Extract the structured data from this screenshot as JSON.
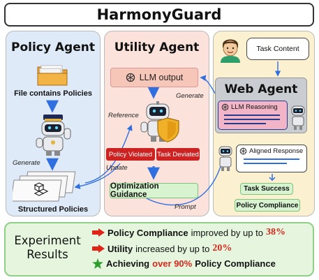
{
  "title": "HarmonyGuard",
  "policy_agent": {
    "title": "Policy Agent",
    "file_label": "File contains Policies",
    "generate_label": "Generate",
    "structured_label": "Structured Policies"
  },
  "utility_agent": {
    "title": "Utility Agent",
    "llm_output": "LLM output",
    "reference_label": "Reference",
    "policy_violated": "Policy Violated",
    "task_deviated": "Task Deviated",
    "update_label": "Update",
    "optimization": "Optimization Guidance",
    "generate_label": "Generate",
    "prompt_label": "Prompt"
  },
  "web_agent": {
    "task_content": "Task Content",
    "title": "Web Agent",
    "llm_reasoning": "LLM Reasoning",
    "aligned_response": "Aligned Response",
    "task_success": "Task Success",
    "policy_compliance": "Policy Compliance"
  },
  "results": {
    "label_line1": "Experiment",
    "label_line2": "Results",
    "line1": {
      "bold": "Policy Compliance",
      "rest": "improved by up to",
      "value": "38%"
    },
    "line2": {
      "bold": "Utility",
      "rest": "increased by up to",
      "value": "20%"
    },
    "line3": {
      "bold_a": "Achieving",
      "red": "over 90%",
      "bold_b": "Policy Compliance"
    }
  },
  "colors": {
    "policy_bg": "#dfeaf8",
    "utility_bg": "#fbe3dc",
    "web_bg": "#fbf0cf",
    "results_bg": "#e6f6de",
    "accent_red": "#d4281d",
    "arrow_blue": "#2f6fe0"
  }
}
